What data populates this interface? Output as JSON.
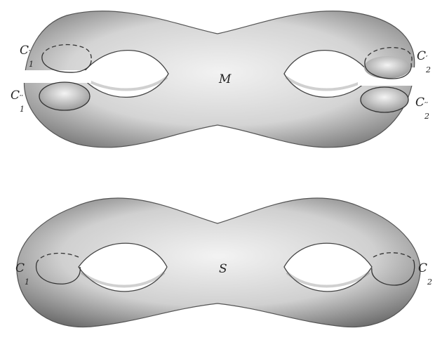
{
  "labels": {
    "top_surface": "M",
    "bottom_surface": "S",
    "c1_prime": {
      "base": "C",
      "sub": "1",
      "sup": "′"
    },
    "c1_dprime": {
      "base": "C",
      "sub": "1",
      "sup": "′′"
    },
    "c2_prime": {
      "base": "C",
      "sub": "2",
      "sup": "′"
    },
    "c2_dprime": {
      "base": "C",
      "sub": "2",
      "sup": "′′"
    },
    "c1": {
      "base": "C",
      "sub": "1"
    },
    "c2": {
      "base": "C",
      "sub": "2"
    }
  }
}
